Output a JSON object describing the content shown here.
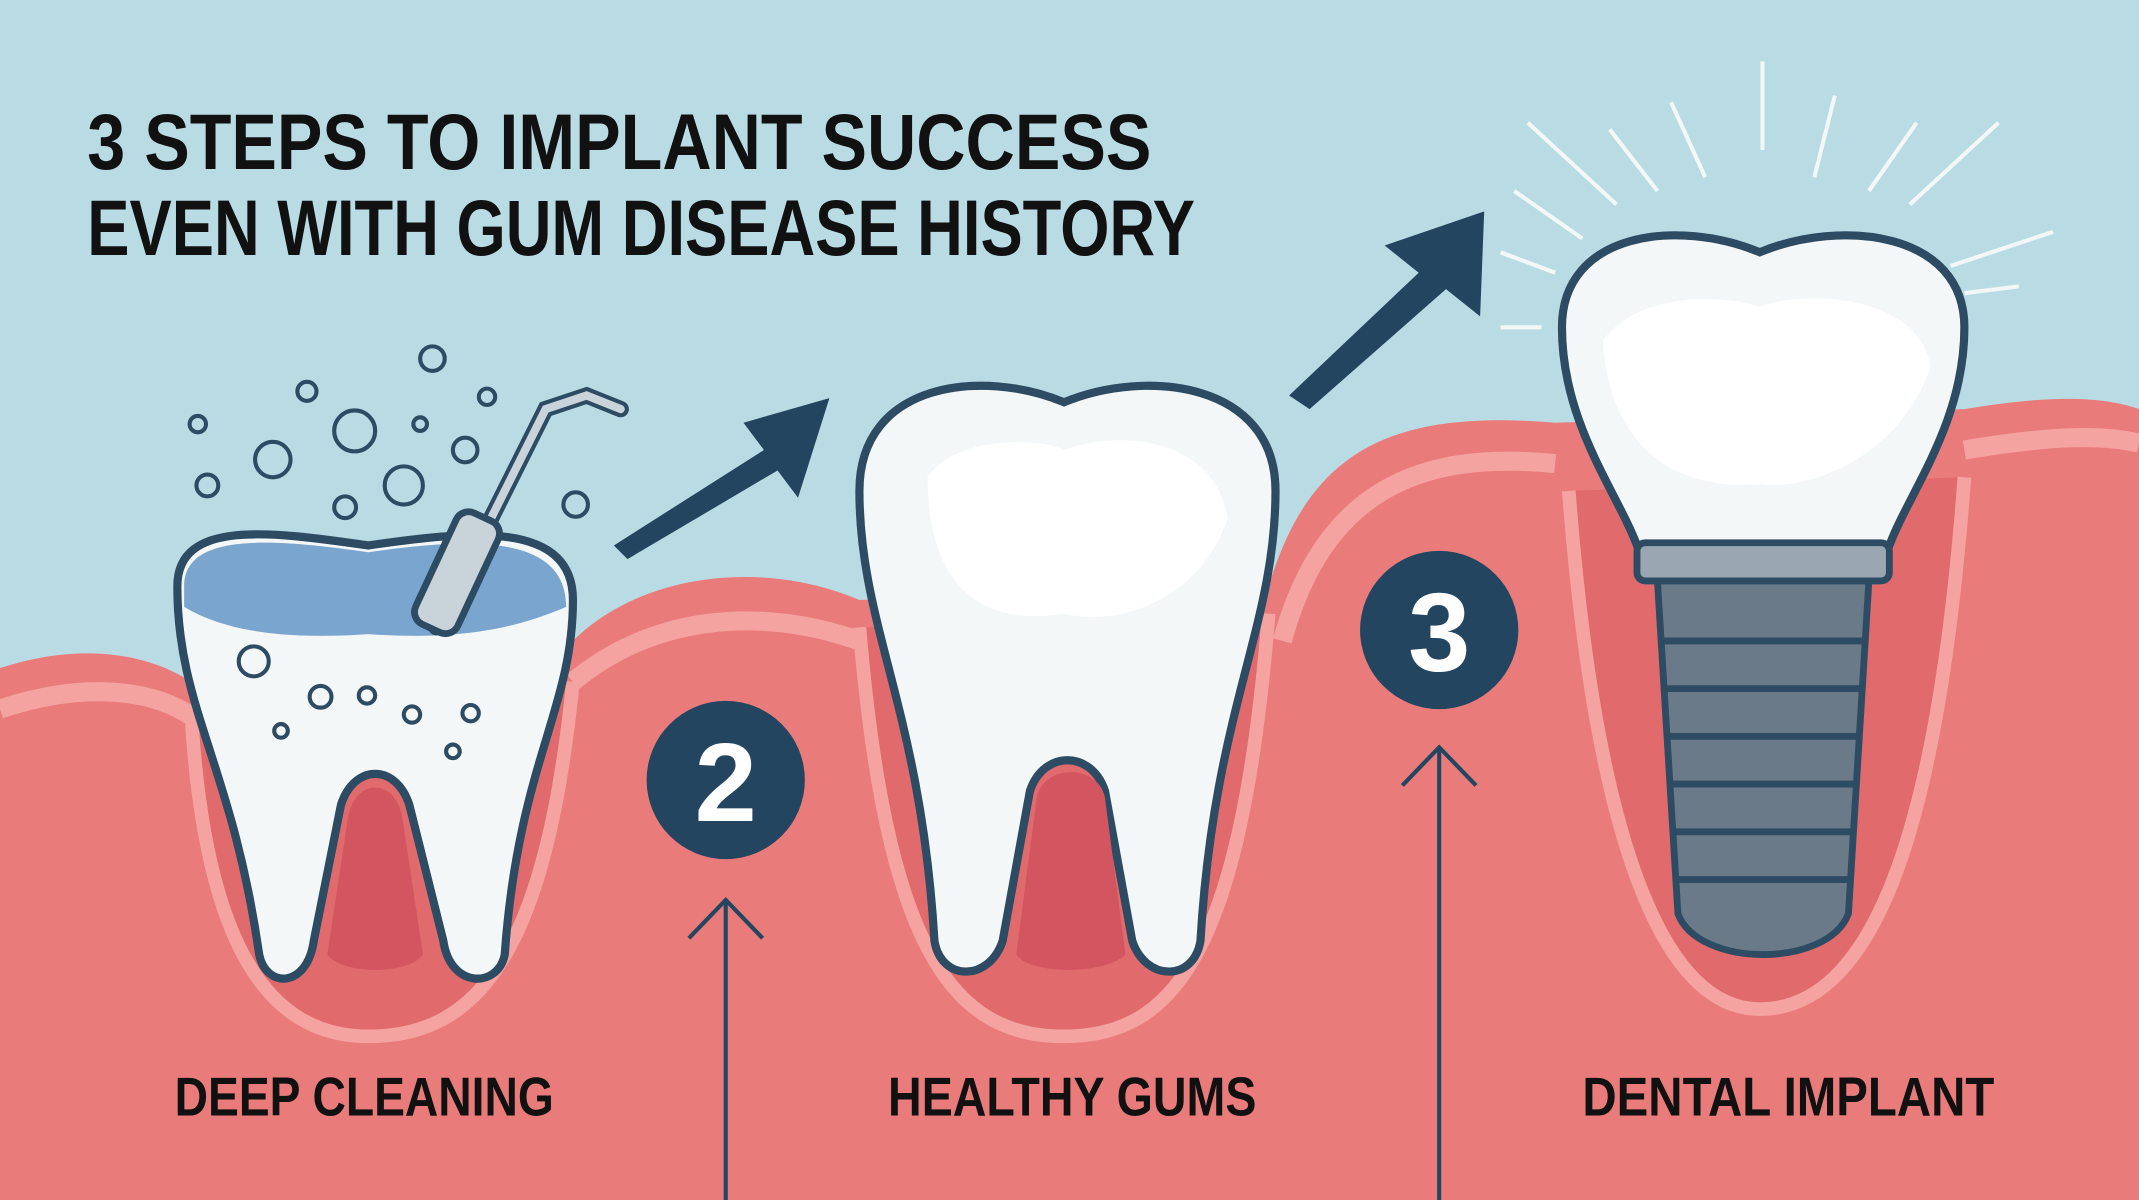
{
  "title": {
    "line1": "3 STEPS TO IMPLANT SUCCESS",
    "line2": "EVEN WITH GUM DISEASE HISTORY"
  },
  "steps": [
    {
      "label": "DEEP CLEANING",
      "icon": "tooth-cleaning-icon"
    },
    {
      "number": "2",
      "label": "HEALTHY GUMS",
      "icon": "healthy-tooth-icon"
    },
    {
      "number": "3",
      "label": "DENTAL IMPLANT",
      "icon": "dental-implant-icon"
    }
  ],
  "colors": {
    "sky": "#b9dbe3",
    "gum": "#e97b7b",
    "gum_light": "#f4a3a0",
    "gum_dark": "#c9505a",
    "navy": "#234560",
    "tooth": "#f4f7f8"
  }
}
